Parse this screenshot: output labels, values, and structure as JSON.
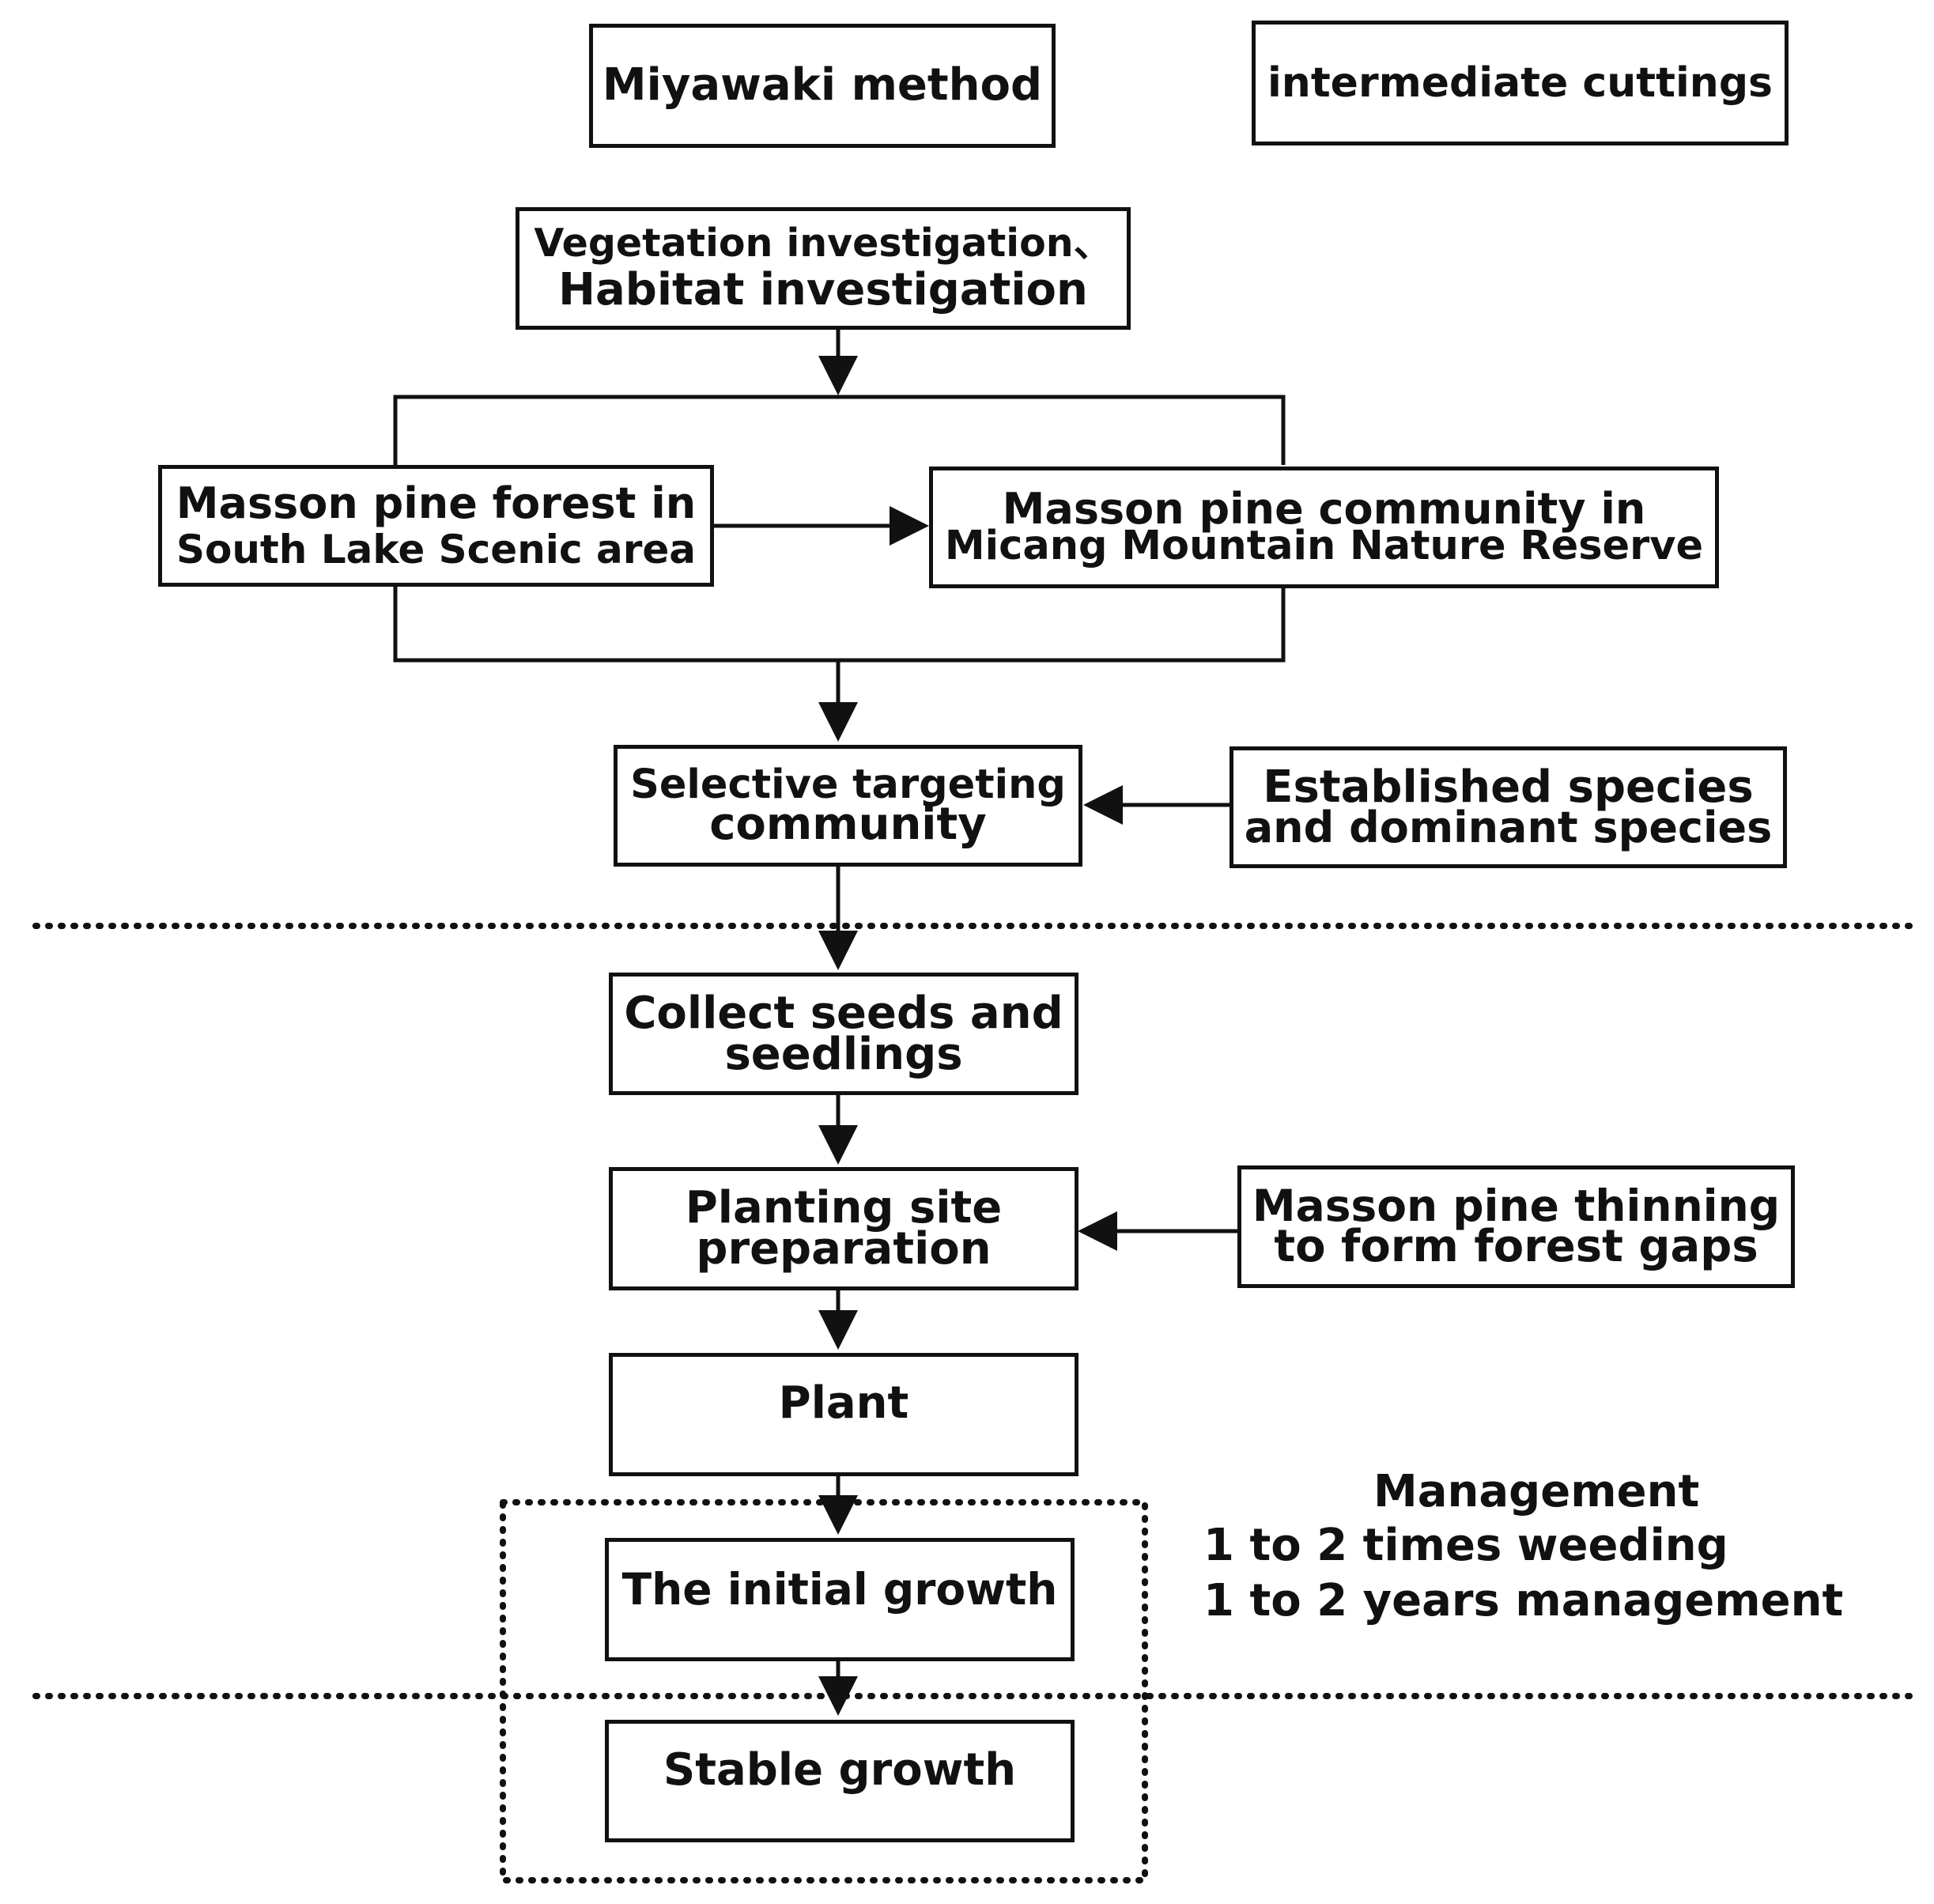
{
  "header": {
    "left_label": "Miyawaki method",
    "right_label": "intermediate cuttings"
  },
  "steps": {
    "investigation": [
      "Vegetation investigation、",
      "Habitat  investigation"
    ],
    "south_lake": [
      "Masson pine forest in",
      "South Lake Scenic area"
    ],
    "micang": [
      "Masson pine community in",
      "Micang Mountain Nature Reserve"
    ],
    "selective": [
      "Selective targeting",
      "community"
    ],
    "established": [
      "Established species",
      "and dominant species"
    ],
    "collect": [
      "Collect seeds and",
      "seedlings"
    ],
    "site_prep": [
      "Planting site",
      "preparation"
    ],
    "thinning": [
      "Masson pine thinning",
      "to form forest gaps"
    ],
    "plant": "Plant",
    "initial_growth": "The initial growth",
    "stable_growth": "Stable growth"
  },
  "management": {
    "title": "Management",
    "lines": [
      "1 to 2 times weeding",
      "1 to 2 years management"
    ]
  }
}
